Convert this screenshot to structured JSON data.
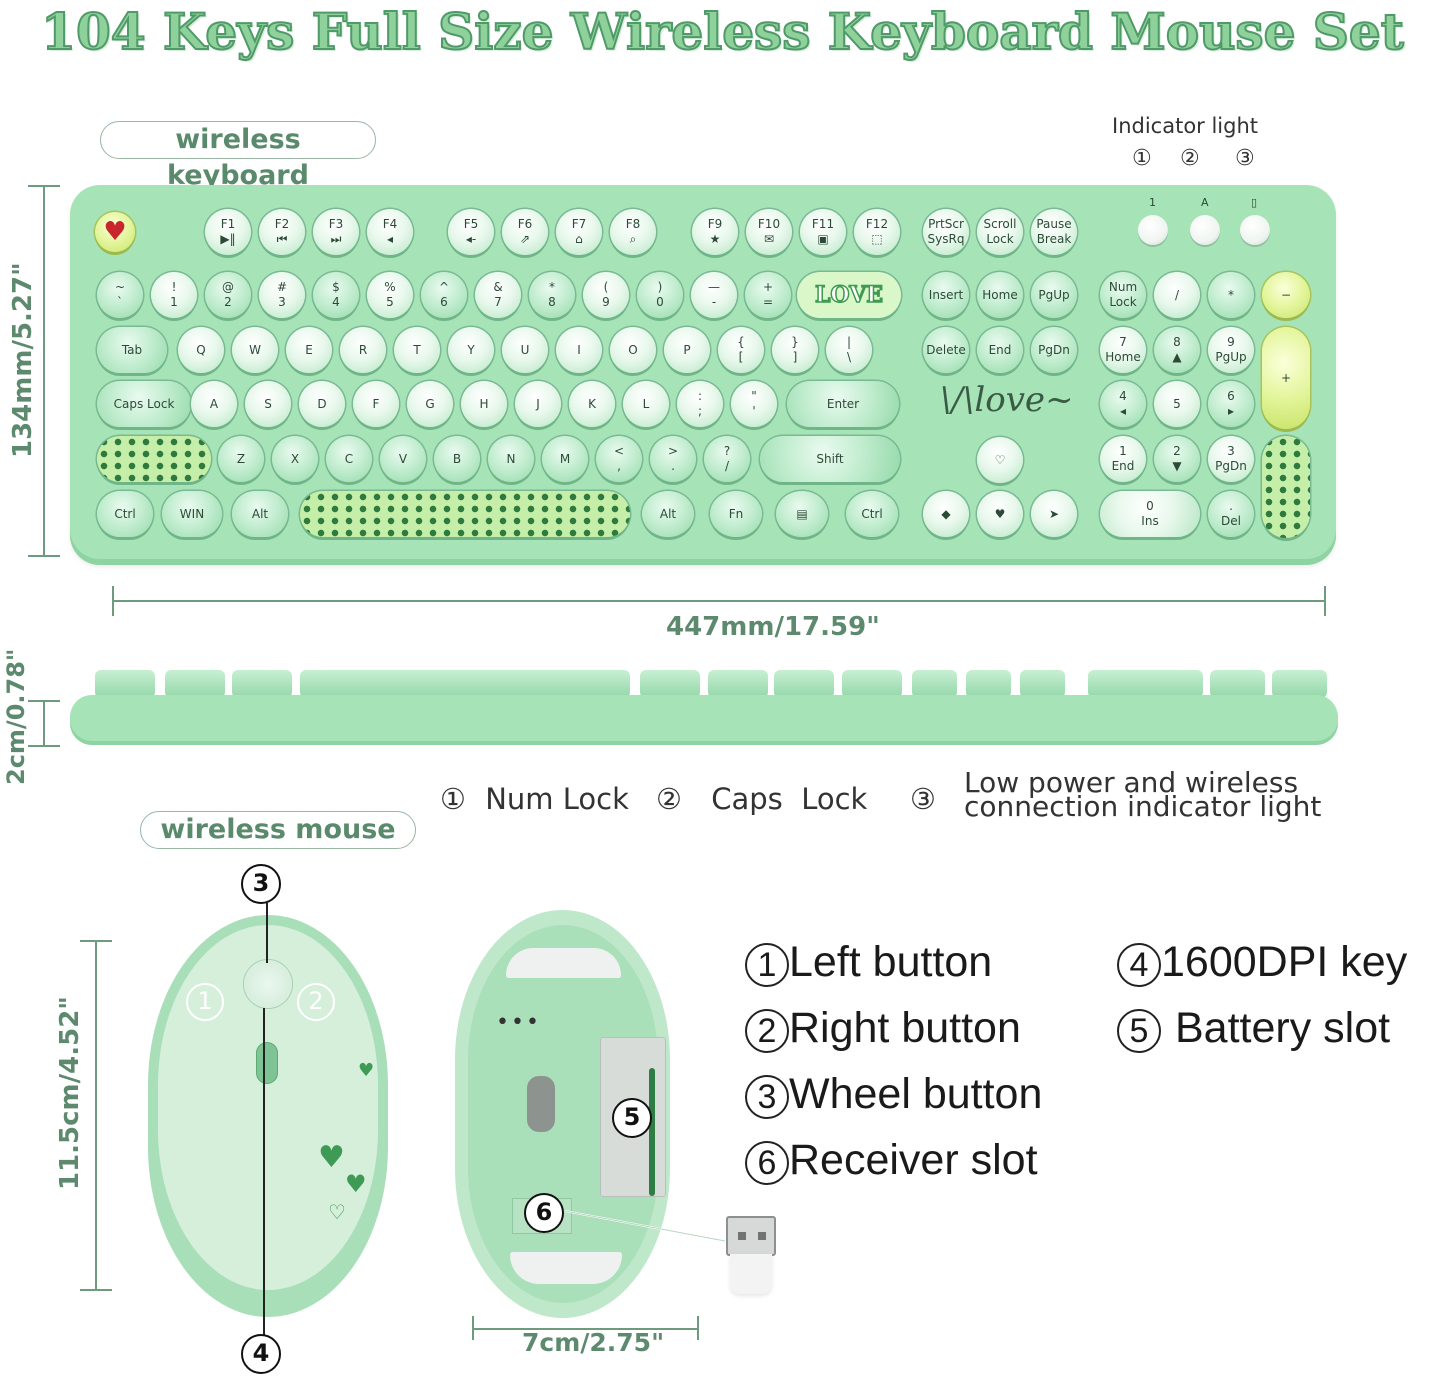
{
  "title": "104 Keys Full Size Wireless Keyboard Mouse Set",
  "labels": {
    "wireless_keyboard": "wireless keyboard",
    "wireless_mouse": "wireless mouse",
    "indicator_light": "Indicator light"
  },
  "indicator_numbers": [
    "①",
    "②",
    "③"
  ],
  "indicator_key_labels": [
    "1",
    "A",
    "▯"
  ],
  "dimensions": {
    "keyboard_height": "134mm/5.27\"",
    "keyboard_width": "447mm/17.59\"",
    "keyboard_thickness": "2cm/0.78\"",
    "mouse_height": "11.5cm/4.52\"",
    "mouse_width": "7cm/2.75\""
  },
  "indicator_legend": [
    {
      "num": "①",
      "text": "Num Lock"
    },
    {
      "num": "②",
      "text": "Caps  Lock"
    },
    {
      "num": "③",
      "text": "Low power and wireless\nconnection indicator light"
    }
  ],
  "mouse_legend": [
    {
      "num": "1",
      "text": "Left button"
    },
    {
      "num": "2",
      "text": "Right button"
    },
    {
      "num": "3",
      "text": "Wheel button"
    },
    {
      "num": "6",
      "text": "Receiver slot"
    },
    {
      "num": "4",
      "text": "1600DPI key"
    },
    {
      "num": "5",
      "text": "Battery slot"
    }
  ],
  "mouse_callouts": [
    "3",
    "4",
    "1",
    "2",
    "5",
    "6"
  ],
  "keyboard": {
    "love_badge": "LOVE",
    "script_text": "love",
    "fn_row": [
      [
        "F1",
        "▶‖"
      ],
      [
        "F2",
        "⏮"
      ],
      [
        "F3",
        "⏭"
      ],
      [
        "F4",
        "◂"
      ],
      [
        "F5",
        "◂-"
      ],
      [
        "F6",
        "⇗"
      ],
      [
        "F7",
        "⌂"
      ],
      [
        "F8",
        "⌕"
      ],
      [
        "F9",
        "★"
      ],
      [
        "F10",
        "✉"
      ],
      [
        "F11",
        "▣"
      ],
      [
        "F12",
        "⬚"
      ]
    ],
    "sys_keys": [
      "PrtScr\nSysRq",
      "Scroll\nLock",
      "Pause\nBreak"
    ],
    "row1": [
      [
        "~",
        "`"
      ],
      [
        "!",
        "1"
      ],
      [
        "@",
        "2"
      ],
      [
        "#",
        "3"
      ],
      [
        "$",
        "4"
      ],
      [
        "%",
        "5"
      ],
      [
        "^",
        "6"
      ],
      [
        "&",
        "7"
      ],
      [
        "*",
        "8"
      ],
      [
        "(",
        "9"
      ],
      [
        ")",
        "0"
      ],
      [
        "—",
        "-"
      ],
      [
        "+",
        "="
      ]
    ],
    "row2": [
      "Q",
      "W",
      "E",
      "R",
      "T",
      "Y",
      "U",
      "I",
      "O",
      "P",
      "{\n[",
      "}\n]",
      "|\n\\"
    ],
    "row3": [
      "A",
      "S",
      "D",
      "F",
      "G",
      "H",
      "J",
      "K",
      "L",
      ":\n;",
      "\"\n'"
    ],
    "row4": [
      "Z",
      "X",
      "C",
      "V",
      "B",
      "N",
      "M",
      "<\n,",
      ">\n.",
      "?\n/"
    ],
    "mods": {
      "tab": "Tab",
      "caps": "Caps Lock",
      "enter": "Enter",
      "shift": "Shift",
      "ctrl_l": "Ctrl",
      "win": "WIN",
      "alt_l": "Alt",
      "alt_r": "Alt",
      "fn": "Fn",
      "menu": "▤",
      "ctrl_r": "Ctrl"
    },
    "nav": [
      "Insert",
      "Home",
      "PgUp",
      "Delete",
      "End",
      "PgDn"
    ],
    "numpad": [
      "Num\nLock",
      "/",
      "*",
      "−",
      "7\nHome",
      "8\n▲",
      "9\nPgUp",
      "+",
      "4\n◂",
      "5",
      "6\n▸",
      "1\nEnd",
      "2\n▼",
      "3\nPgDn",
      "0\nIns",
      ".\nDel"
    ]
  },
  "colors": {
    "title_fill": "#8ed19b",
    "keyboard_body": "#a6e3b6",
    "accent_text": "#5d8a6e"
  }
}
